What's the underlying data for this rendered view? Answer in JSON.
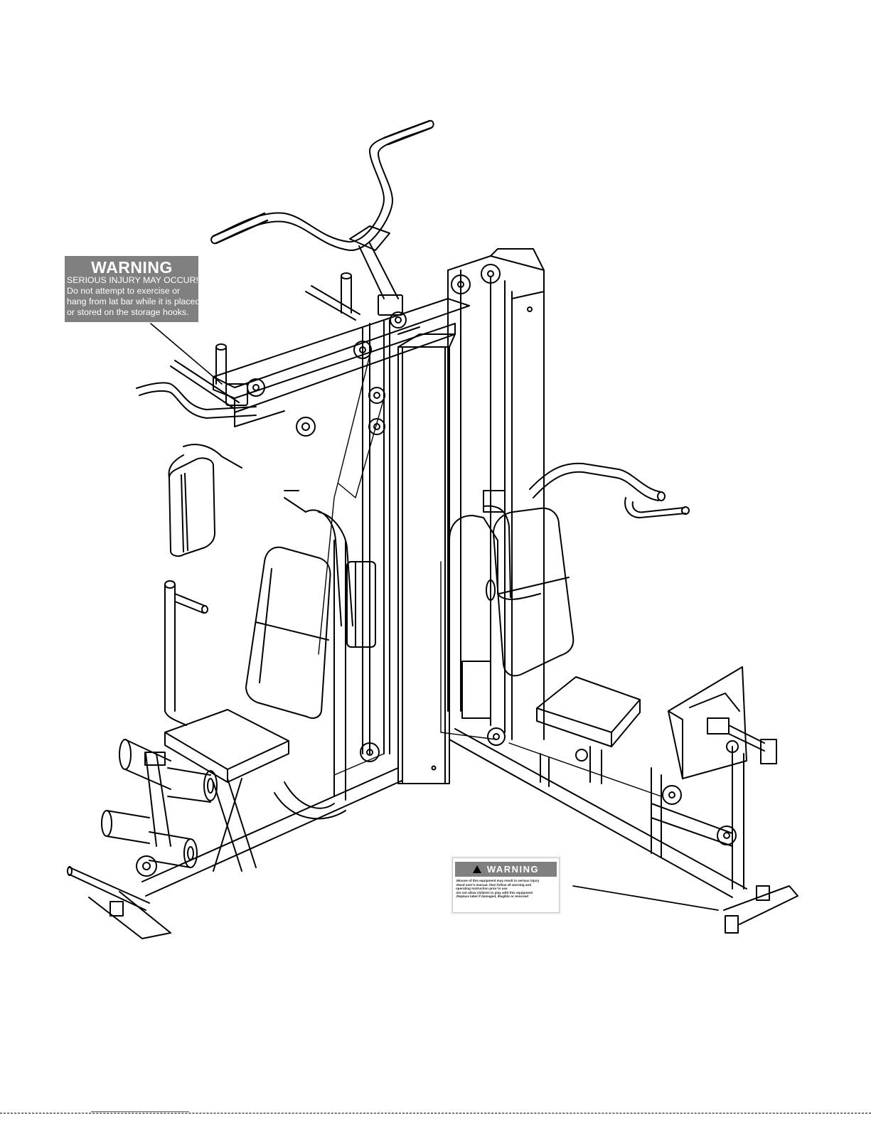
{
  "labels": {
    "lat_bar_warning": {
      "title": "WARNING",
      "lines": [
        "SERIOUS INJURY MAY OCCUR!",
        "Do not attempt to exercise or",
        "hang from lat bar while it is placed",
        "or stored on the storage hooks."
      ]
    },
    "base_warning": {
      "title": "WARNING",
      "lines": [
        ".Misuse of this equipment may result in serious injury",
        ".Read user's manual, then follow all warning and",
        "  operating instruction prior to use",
        ".Do not allow children to play with this equipment",
        ".Replace label if damaged, illegible or removed"
      ]
    }
  },
  "colors": {
    "label_fill": "#808080",
    "label_text": "#ffffff",
    "line_art": "#000000",
    "background": "#ffffff"
  }
}
